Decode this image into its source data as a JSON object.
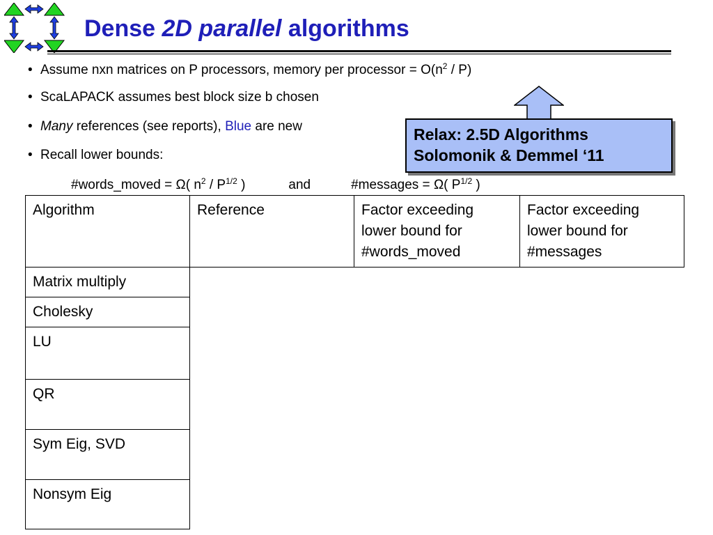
{
  "logo": {
    "icon": "four-arrows-triangles-icon",
    "colors": {
      "triangle": "#22d422",
      "arrow": "#1f3fe0"
    }
  },
  "title": {
    "part1": "Dense ",
    "italic": "2D parallel",
    "part2": " algorithms",
    "color": "#1f1fb8"
  },
  "bullets": [
    {
      "marker": "•",
      "text_a": "Assume nxn matrices on P processors,  memory per processor = O(n",
      "sup": "2",
      "text_b": " / P)"
    },
    {
      "marker": "•",
      "text": "ScaLAPACK assumes best block size b chosen"
    },
    {
      "marker": "•",
      "italic": "Many",
      "text_a": " references (see reports),  ",
      "blue": "Blue",
      "text_b": " are new"
    },
    {
      "marker": "•",
      "text": "Recall lower bounds:"
    }
  ],
  "formula": {
    "lhs_a": "#words_moved  =  ",
    "omega1": "Ω",
    "lhs_b": "( n",
    "sup1": "2",
    "lhs_c": " /  P",
    "sup2": "1/2",
    "lhs_d": " )",
    "and": "and",
    "rhs_a": "#messages = ",
    "omega2": "Ω",
    "rhs_b": "( P",
    "sup3": "1/2",
    "rhs_c": " )"
  },
  "callout": {
    "line1": "Relax: 2.5D Algorithms",
    "line2": "Solomonik & Demmel ‘11",
    "fill": "#a9bff7",
    "arrow_icon": "arrow-up-icon"
  },
  "table": {
    "headers": [
      "Algorithm",
      "Reference",
      "Factor exceeding lower bound for #words_moved",
      "Factor exceeding lower bound for #messages"
    ],
    "rows": [
      "Matrix multiply",
      "Cholesky",
      "LU",
      "QR",
      "Sym Eig, SVD",
      "Nonsym Eig"
    ]
  }
}
